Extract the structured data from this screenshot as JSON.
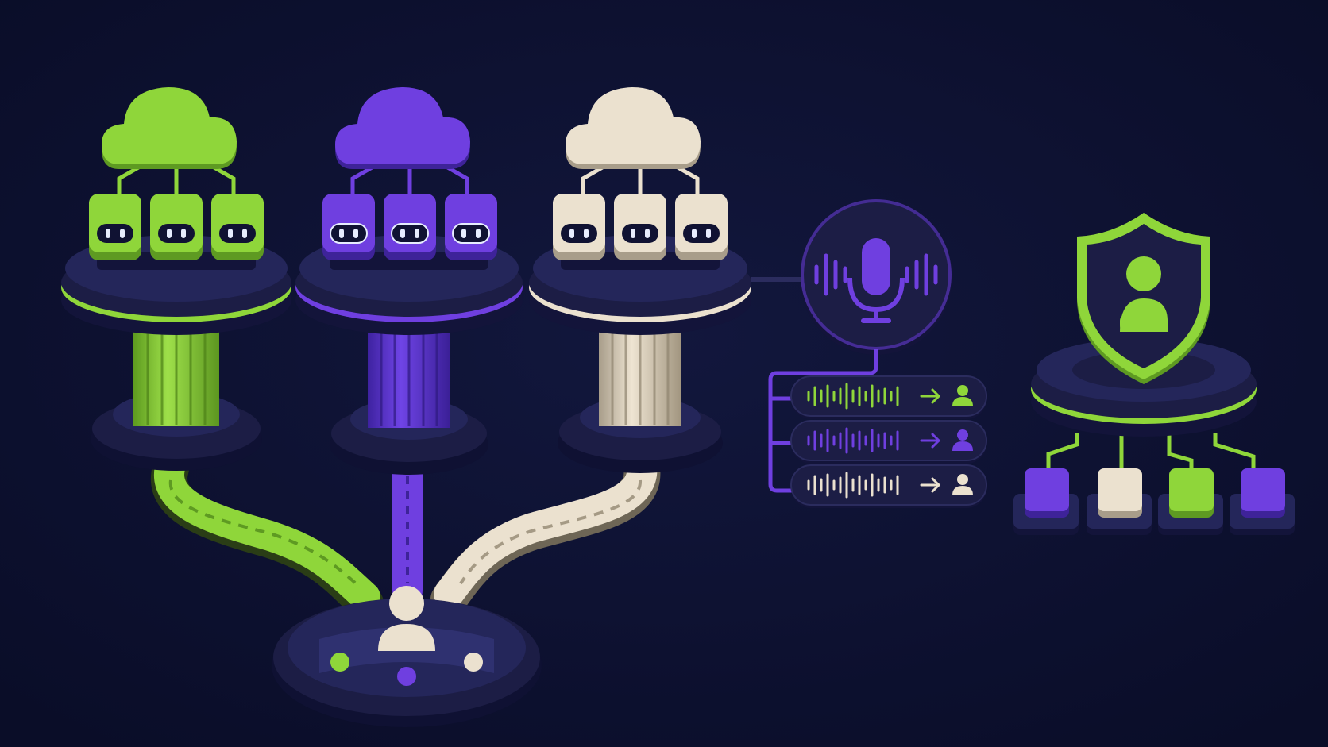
{
  "scene": {
    "colors": {
      "background": "#0c1030",
      "navy": "#1c1d45",
      "navy_dark": "#13143a",
      "navy_light": "#2b2c5e",
      "green": "#8fd63a",
      "purple": "#6f3fe0",
      "cream": "#ebe1cf",
      "ink": "#101233"
    },
    "pillars": [
      {
        "name": "green-cloud-pillar",
        "color": "green",
        "bots": 3
      },
      {
        "name": "purple-cloud-pillar",
        "color": "purple",
        "bots": 3
      },
      {
        "name": "cream-cloud-pillar",
        "color": "cream",
        "bots": 3
      }
    ],
    "icons": [
      "cloud-icon",
      "bot-icon",
      "microphone-icon",
      "sound-wave-icon",
      "arrow-right-icon",
      "user-icon",
      "shield-icon"
    ],
    "transcripts": [
      {
        "color": "green"
      },
      {
        "color": "purple"
      },
      {
        "color": "cream"
      }
    ],
    "shield_blocks": [
      "purple",
      "cream",
      "green",
      "purple"
    ]
  }
}
